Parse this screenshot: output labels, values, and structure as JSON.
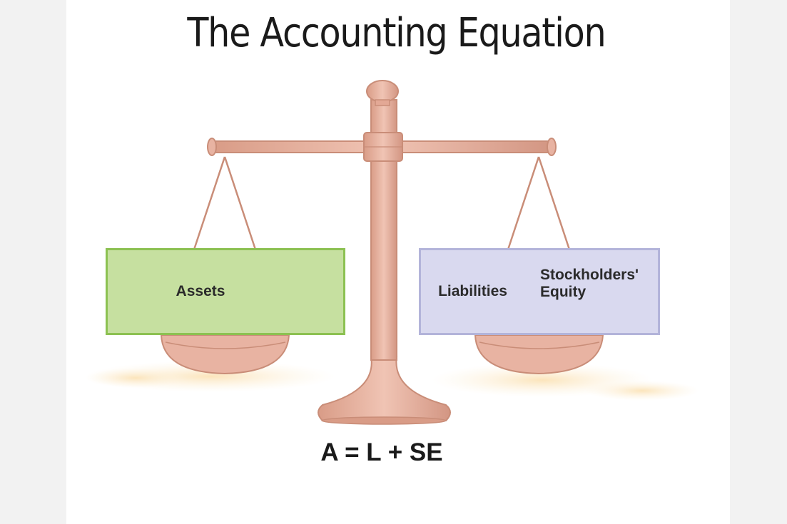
{
  "title": "The Accounting Equation",
  "left_pan": {
    "label": "Assets"
  },
  "right_pan": {
    "left_label": "Liabilities",
    "right_label": "Stockholders' Equity"
  },
  "equation": "A = L + SE",
  "colors": {
    "scale_fill": "#e8b3a2",
    "scale_stroke": "#c98d78",
    "assets_fill": "#c6e0a0",
    "assets_border": "#8cc152",
    "right_fill": "#d9d9ef",
    "right_border": "#b3b4da",
    "shadow": "#fbe6c2"
  }
}
